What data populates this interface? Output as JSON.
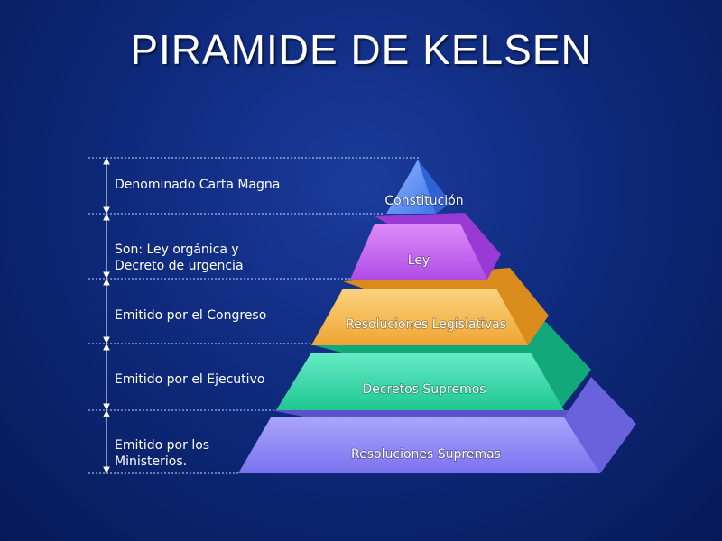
{
  "title": "PIRAMIDE DE KELSEN",
  "levels": [
    {
      "label": "Constitución",
      "description": "Denominado Carta Magna",
      "color": "#5b8ff2"
    },
    {
      "label": "Ley",
      "description": "Son: Ley orgánica y Decreto de urgencia",
      "color": "#c060f0"
    },
    {
      "label": "Resoluciones Legislativas",
      "description": "Emitido por el Congreso",
      "color": "#f4b448"
    },
    {
      "label": "Decretos Supremos",
      "description": "Emitido por el Ejecutivo",
      "color": "#2ed6a4"
    },
    {
      "label": "Resoluciones Supremas",
      "description": "Emitido por los Ministerios.",
      "color": "#8a82f4"
    }
  ]
}
